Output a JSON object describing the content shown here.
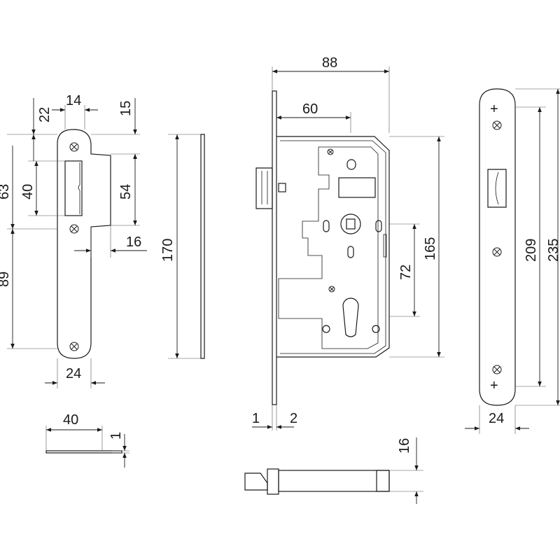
{
  "strike_plate": {
    "width_top": "14",
    "top_offset_left": "22",
    "top_offset_right": "15",
    "total_left": "63",
    "slot_height": "40",
    "slot_right": "54",
    "lip": "16",
    "lower_length": "89",
    "width_bottom": "24"
  },
  "side_plate": {
    "height": "170"
  },
  "strip_side": {
    "width": "40",
    "thickness": "1"
  },
  "lock_body": {
    "overall_depth": "88",
    "backset": "60",
    "case_height": "165",
    "center_distance": "72",
    "faceplate_thickness_1": "1",
    "faceplate_thickness_2": "2"
  },
  "bolt": {
    "height": "16"
  },
  "faceplate": {
    "inner": "209",
    "total": "235",
    "width": "24"
  }
}
